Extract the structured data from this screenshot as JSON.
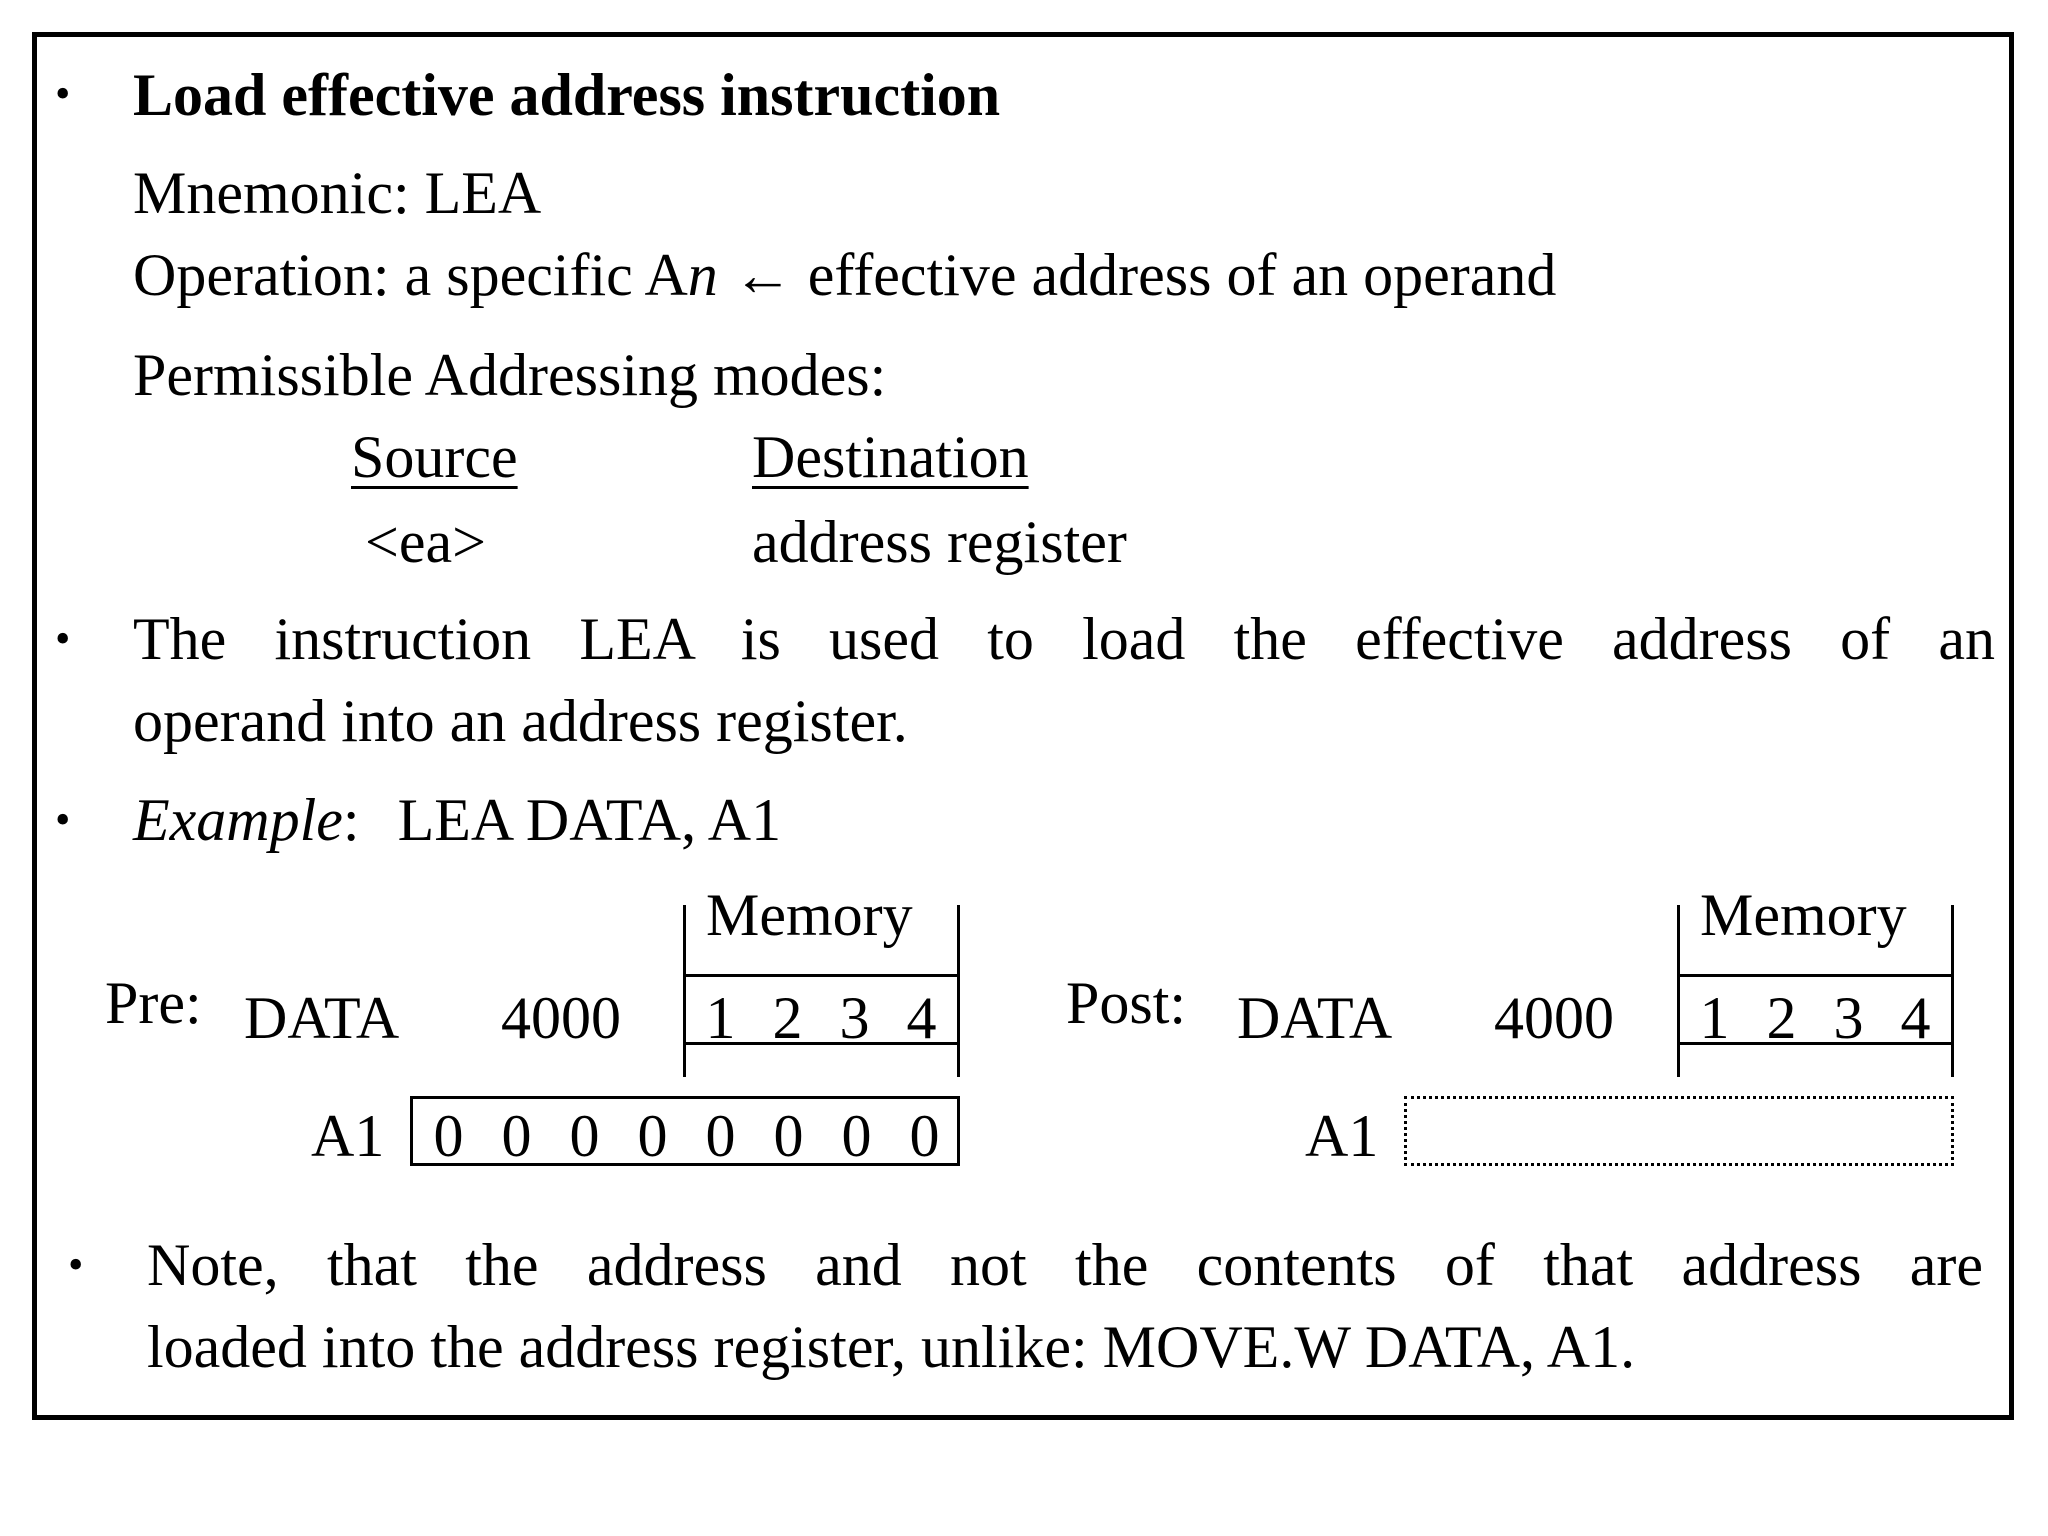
{
  "slide": {
    "bullet_glyph": "•",
    "heading": "Load effective address instruction",
    "mnemonic": "Mnemonic: LEA",
    "operation": {
      "prefix": "Operation: a specific A",
      "italic": "n",
      "suffix": " ← effective address of an operand"
    },
    "modes_label": "Permissible Addressing modes:",
    "modes_table": {
      "headers": [
        "Source",
        "Destination"
      ],
      "row": [
        "<ea>",
        "address register"
      ]
    },
    "description_lines": [
      "The instruction LEA is used to load the effective address of an",
      "operand into an address register."
    ],
    "example": {
      "label": "Example",
      "colon": ":",
      "code": "LEA  DATA, A1"
    },
    "diagrams": {
      "pre": {
        "label": "Pre:",
        "symbol": "DATA",
        "address": "4000",
        "memory_label": "Memory",
        "memory_digits": [
          "1",
          "2",
          "3",
          "4"
        ],
        "register_label": "A1",
        "register_digits": [
          "0",
          "0",
          "0",
          "0",
          "0",
          "0",
          "0",
          "0"
        ]
      },
      "post": {
        "label": "Post:",
        "symbol": "DATA",
        "address": "4000",
        "memory_label": "Memory",
        "memory_digits": [
          "1",
          "2",
          "3",
          "4"
        ],
        "register_label": "A1",
        "register_digits": []
      }
    },
    "note_lines": [
      "Note, that the address and not the contents of that address are",
      "loaded into the address register, unlike: MOVE.W DATA, A1."
    ]
  }
}
